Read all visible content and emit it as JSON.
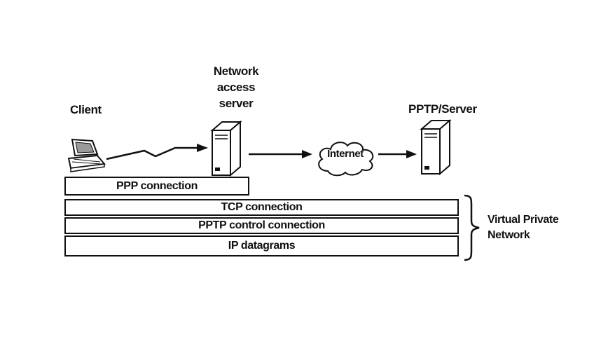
{
  "diagram": {
    "nodes": {
      "client": {
        "label": "Client"
      },
      "nas": {
        "label_lines": [
          "Network",
          "access",
          "server"
        ]
      },
      "internet": {
        "label": "Internet"
      },
      "pptp_server": {
        "label": "PPTP/Server"
      }
    },
    "layers": [
      {
        "label": "PPP connection"
      },
      {
        "label": "TCP connection"
      },
      {
        "label": "PPTP control connection"
      },
      {
        "label": "IP datagrams"
      }
    ],
    "vpn_brace": {
      "label_lines": [
        "Virtual Private",
        "Network"
      ]
    },
    "icons": {
      "client": "laptop-icon",
      "nas": "server-tower-icon",
      "internet": "cloud-icon",
      "pptp_server": "server-tower-icon",
      "client_to_nas": "zigzag-arrow-right-icon",
      "nas_to_internet": "arrow-right-icon",
      "internet_to_server": "arrow-right-icon",
      "vpn_group": "curly-brace-icon"
    },
    "colors": {
      "ink": "#111111",
      "background": "#ffffff"
    }
  }
}
